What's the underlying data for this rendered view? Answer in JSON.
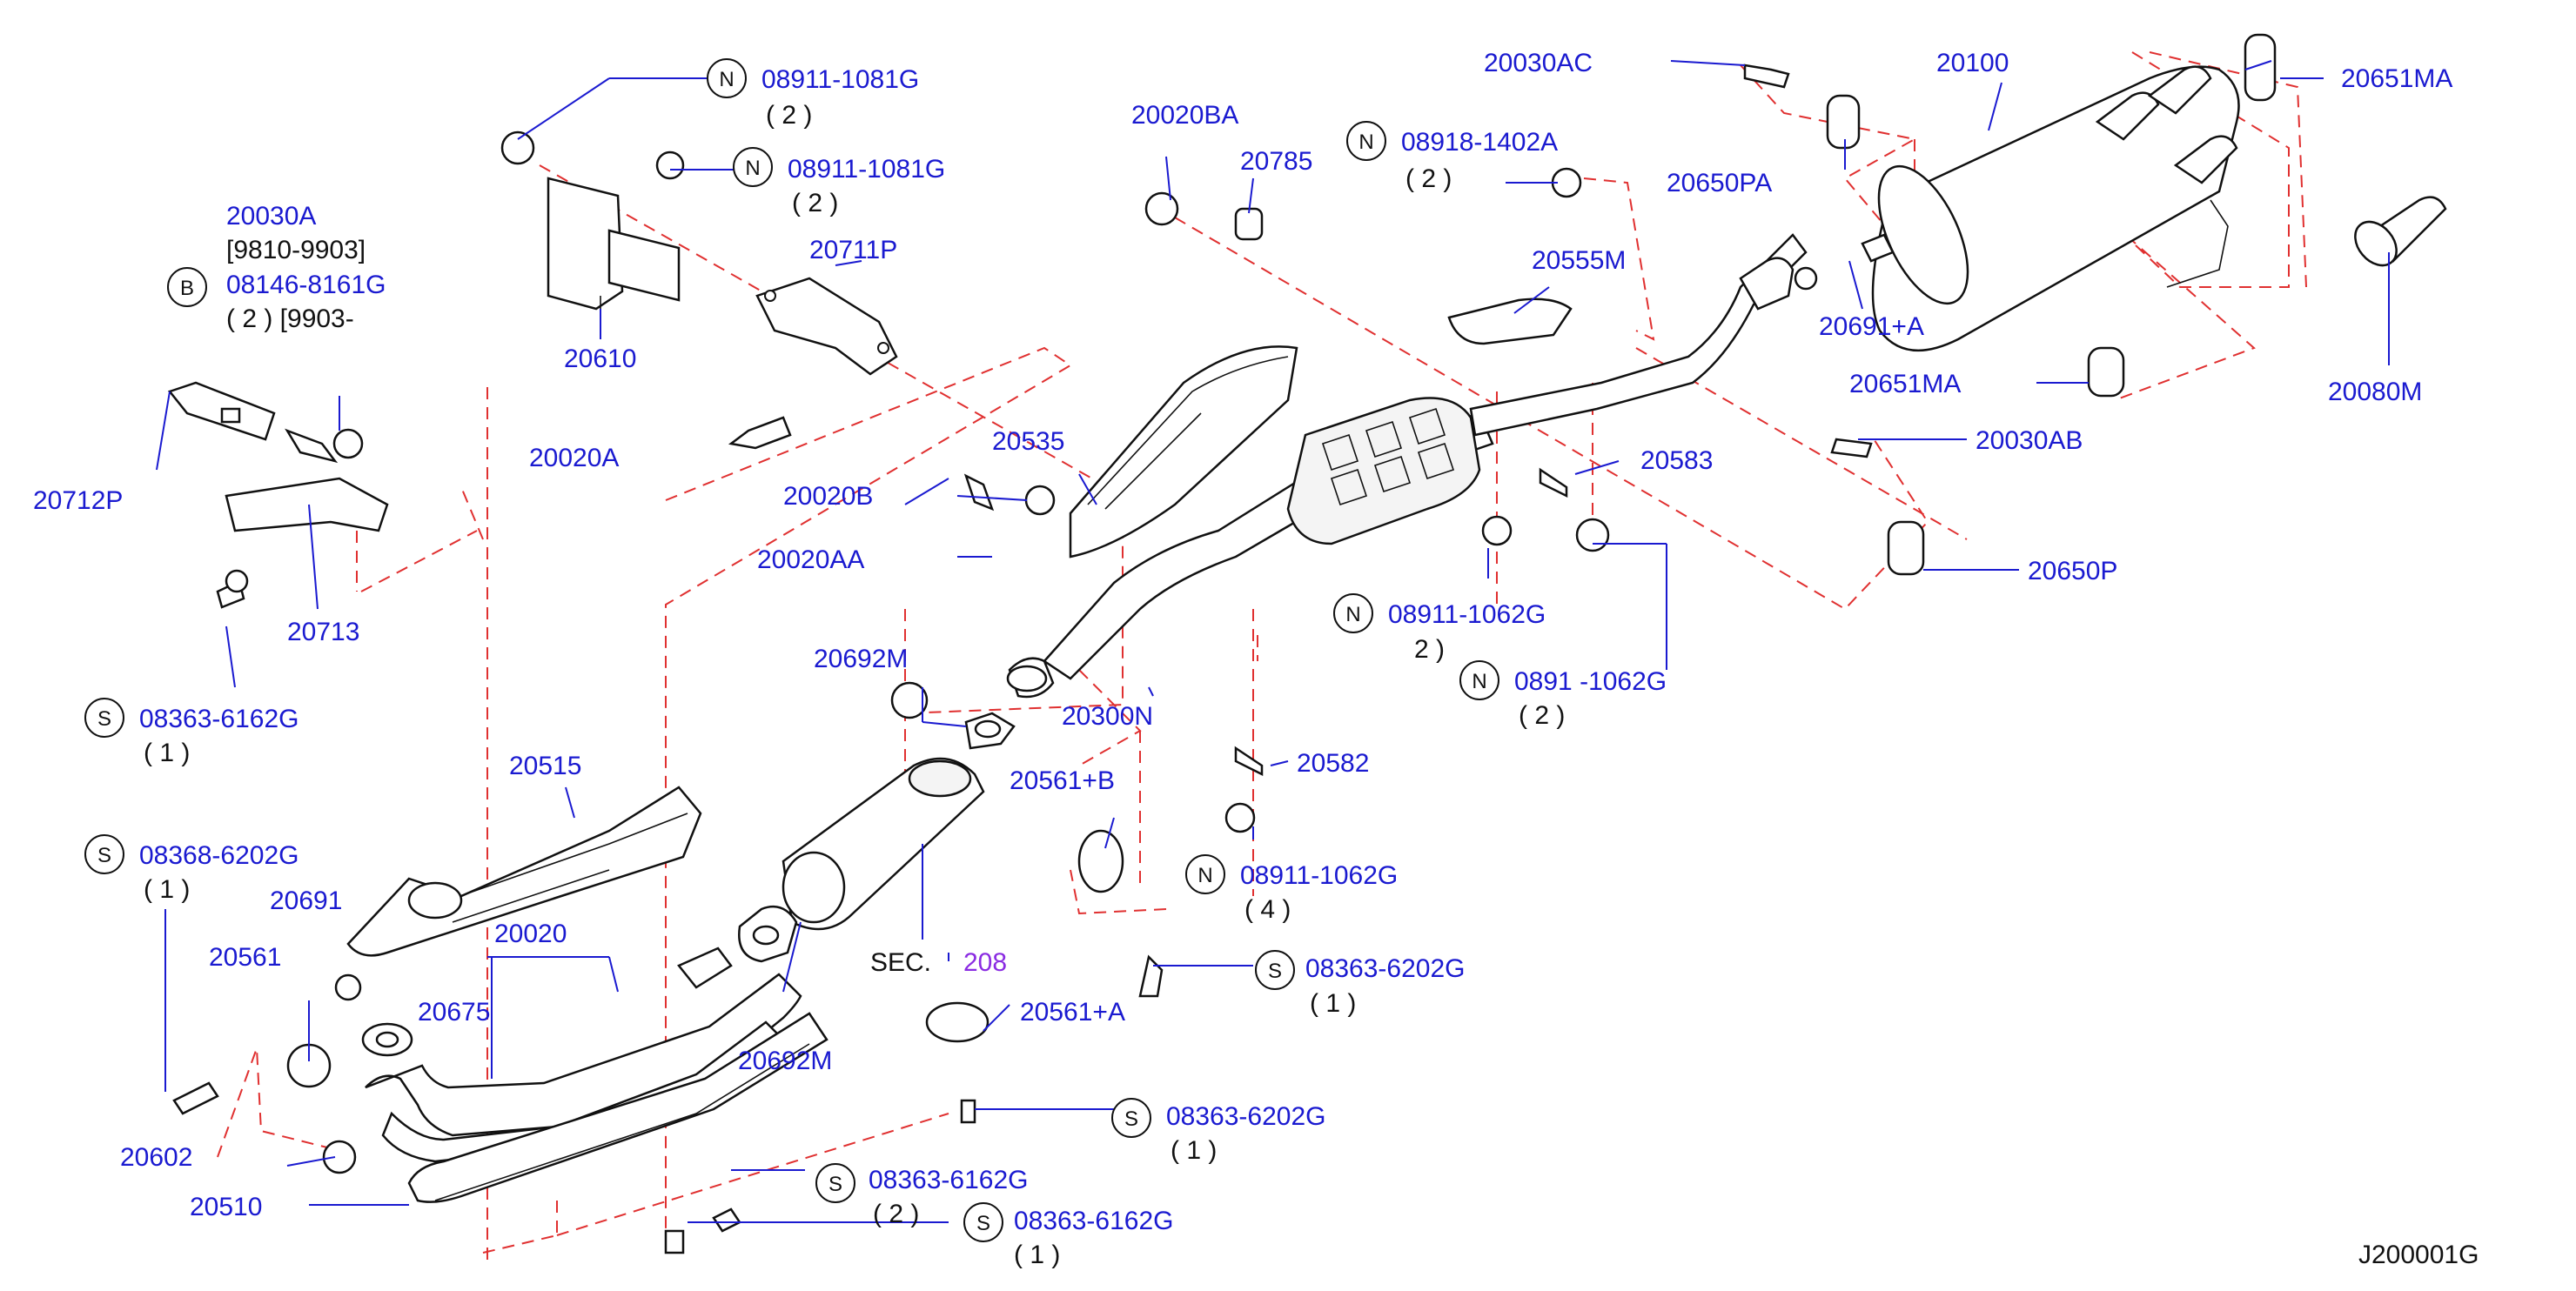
{
  "diagram": {
    "colors": {
      "label": "#1a1ad0",
      "leader": "#1a1ad0",
      "dash": "#e03030",
      "section_ref": "#8a2be2",
      "line": "#111111"
    },
    "labels": {
      "p20030A": "20030A",
      "p20030A_range": "[9810-9903]",
      "p08146": "08146-8161G",
      "p08146_qty": "( 2 ) [9903-",
      "p20712P": "20712P",
      "p20713": "20713",
      "p08363_6162G_a": "08363-6162G",
      "p08363_6162G_a_qty": "( 1 )",
      "p08368": "08368-6202G",
      "p08368_qty": "( 1 )",
      "p20602": "20602",
      "p20510": "20510",
      "p20561": "20561",
      "p20691": "20691",
      "p20515": "20515",
      "p20020": "20020",
      "p20675": "20675",
      "p08911_1081G_a": "08911-1081G",
      "p08911_1081G_a_qty": "( 2 )",
      "p08911_1081G_b": "08911-1081G",
      "p08911_1081G_b_qty": "( 2 )",
      "p20711P": "20711P",
      "p20610": "20610",
      "p20020A": "20020A",
      "p20020B": "20020B",
      "p20020AA": "20020AA",
      "p20535": "20535",
      "p20692M_a": "20692M",
      "p20300N": "20300N",
      "p20692M_b": "20692M",
      "sec": "SEC.",
      "sec_num": "208",
      "p20561B": "20561+B",
      "p20561A": "20561+A",
      "p08363_6202G_a": "08363-6202G",
      "p08363_6202G_a_qty": "( 1 )",
      "p08363_6202G_b": "08363-6202G",
      "p08363_6202G_b_qty": "( 1 )",
      "p08363_6162G_b": "08363-6162G",
      "p08363_6162G_b_qty": "( 2 )",
      "p08363_6162G_c": "08363-6162G",
      "p08363_6162G_c_qty": "( 1 )",
      "p20020BA": "20020BA",
      "p20785": "20785",
      "p08918": "08918-1402A",
      "p08918_qty": "( 2 )",
      "p20555M": "20555M",
      "p20583": "20583",
      "p08911_1062G_a": "08911-1062G",
      "p08911_1062G_a_qty": "2 )",
      "p08911_1062G_b": "0891 -1062G",
      "p08911_1062G_b_qty": "( 2 )",
      "p20582": "20582",
      "p08911_1062G_c": "08911-1062G",
      "p08911_1062G_c_qty": "( 4 )",
      "p20030AC": "20030AC",
      "p20100": "20100",
      "p20651MA_a": "20651MA",
      "p20650PA": "20650PA",
      "p20691A": "20691+A",
      "p20651MA_b": "20651MA",
      "p20030AB": "20030AB",
      "p20080M": "20080M",
      "p20650P": "20650P",
      "diagram_code": "J200001G"
    },
    "symbols": {
      "n": "N",
      "s": "S",
      "b": "B"
    }
  }
}
